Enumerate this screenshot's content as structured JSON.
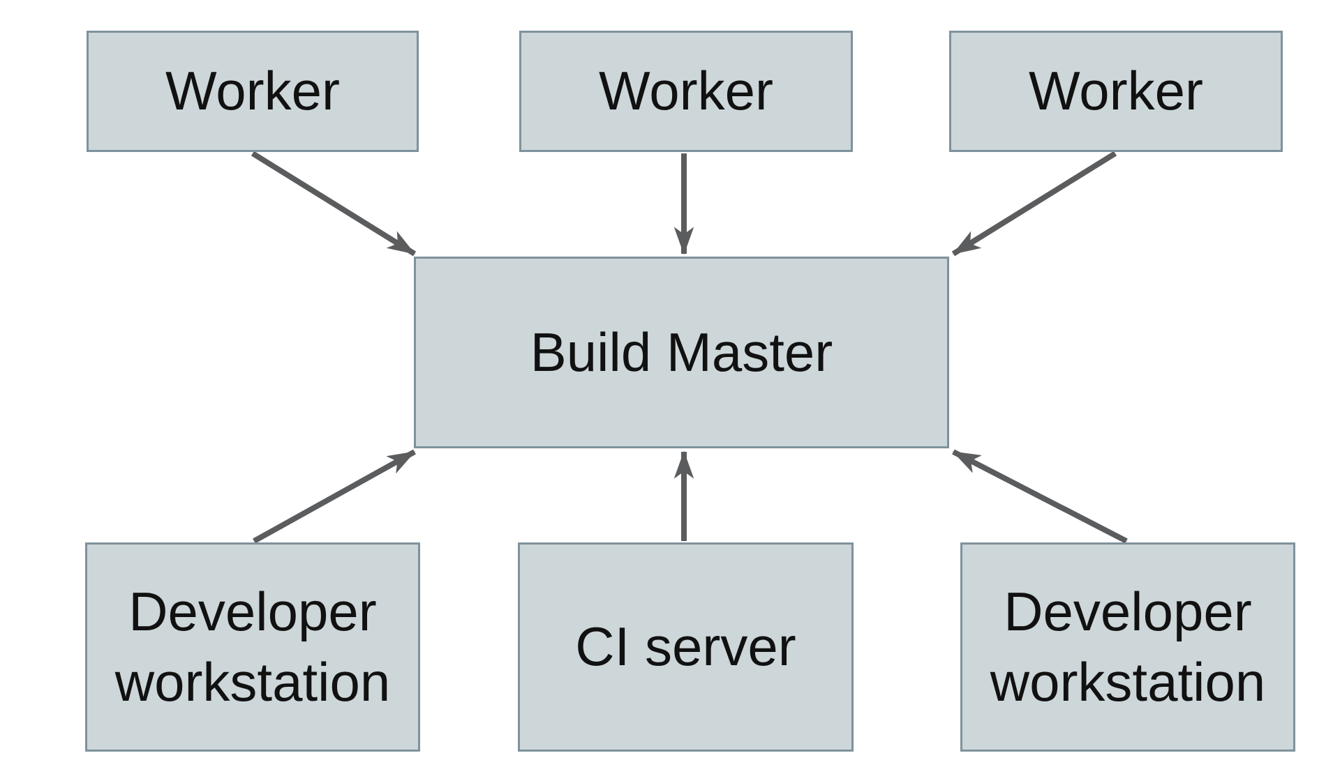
{
  "diagram": {
    "type": "architecture-diagram",
    "background_color": "#ffffff",
    "node_fill_color": "#cdd6d9",
    "node_border_color": "#7e929c",
    "arrow_color": "#5b5c5e",
    "text_color": "#111111",
    "nodes": {
      "worker_1": {
        "label": "Worker"
      },
      "worker_2": {
        "label": "Worker"
      },
      "worker_3": {
        "label": "Worker"
      },
      "build_master": {
        "label": "Build Master"
      },
      "dev_workstation_1": {
        "label": "Developer workstation"
      },
      "ci_server": {
        "label": "CI server"
      },
      "dev_workstation_2": {
        "label": "Developer workstation"
      }
    },
    "edges": [
      {
        "from": "worker_1",
        "to": "build_master"
      },
      {
        "from": "worker_2",
        "to": "build_master"
      },
      {
        "from": "worker_3",
        "to": "build_master"
      },
      {
        "from": "dev_workstation_1",
        "to": "build_master"
      },
      {
        "from": "ci_server",
        "to": "build_master"
      },
      {
        "from": "dev_workstation_2",
        "to": "build_master"
      }
    ]
  }
}
